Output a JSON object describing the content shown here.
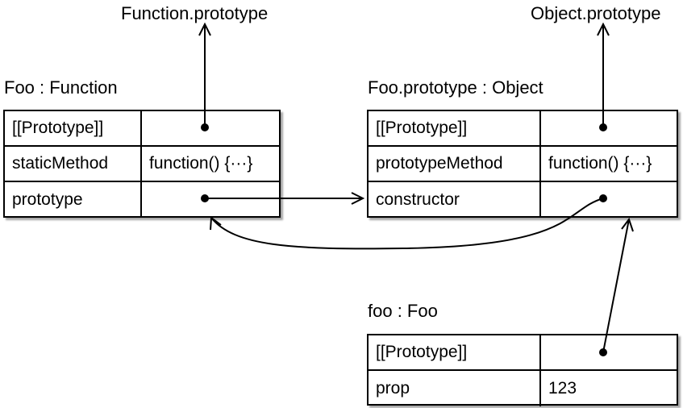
{
  "top_labels": {
    "function_prototype": "Function.prototype",
    "object_prototype": "Object.prototype"
  },
  "foo_function": {
    "title": "Foo : Function",
    "rows": [
      {
        "key": "[[Prototype]]",
        "value": ""
      },
      {
        "key": "staticMethod",
        "value": "function() {···}"
      },
      {
        "key": "prototype",
        "value": ""
      }
    ]
  },
  "foo_prototype": {
    "title": "Foo.prototype : Object",
    "rows": [
      {
        "key": "[[Prototype]]",
        "value": ""
      },
      {
        "key": "prototypeMethod",
        "value": "function() {···}"
      },
      {
        "key": "constructor",
        "value": ""
      }
    ]
  },
  "foo_instance": {
    "title": "foo : Foo",
    "rows": [
      {
        "key": "[[Prototype]]",
        "value": ""
      },
      {
        "key": "prop",
        "value": "123"
      }
    ]
  }
}
